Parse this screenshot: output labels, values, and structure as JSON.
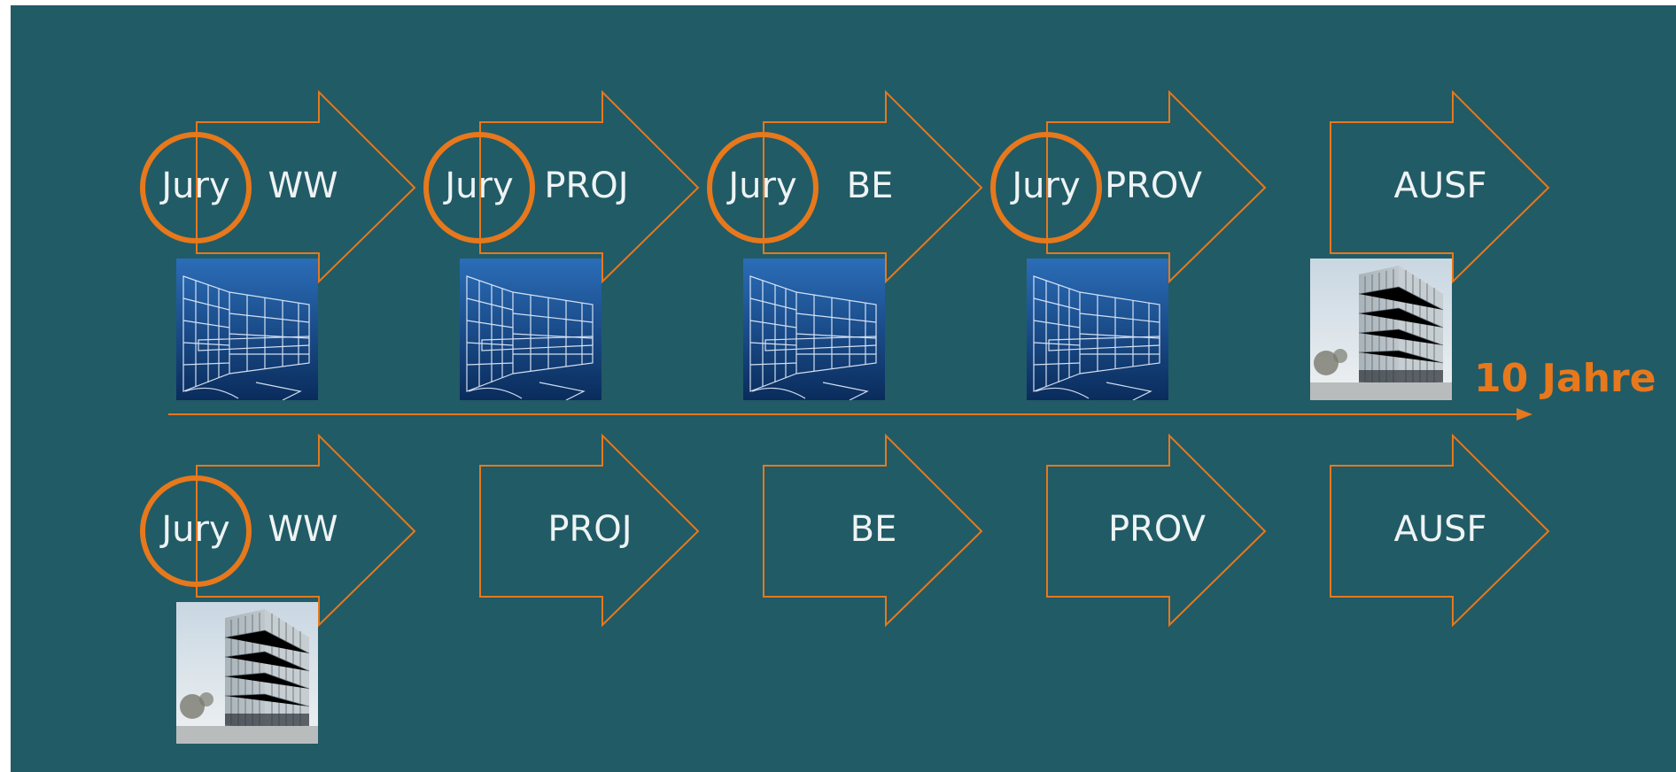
{
  "rows": [
    {
      "phases": [
        {
          "label": "WW",
          "jury": true,
          "image": "wireframe"
        },
        {
          "label": "PROJ",
          "jury": true,
          "image": "wireframe"
        },
        {
          "label": "BE",
          "jury": true,
          "image": "wireframe"
        },
        {
          "label": "PROV",
          "jury": true,
          "image": "wireframe"
        },
        {
          "label": "AUSF",
          "jury": false,
          "image": "photo"
        }
      ]
    },
    {
      "phases": [
        {
          "label": "WW",
          "jury": true,
          "image": "photo"
        },
        {
          "label": "PROJ",
          "jury": false,
          "image": null
        },
        {
          "label": "BE",
          "jury": false,
          "image": null
        },
        {
          "label": "PROV",
          "jury": false,
          "image": null
        },
        {
          "label": "AUSF",
          "jury": false,
          "image": null
        }
      ]
    }
  ],
  "jury_label": "Jury",
  "timeline_label": "10 Jahre",
  "colors": {
    "background": "#215b66",
    "accent": "#e7781c",
    "text": "#eef3f4"
  },
  "icons": {
    "wireframe": "building-wireframe-icon",
    "photo": "building-photo-icon"
  }
}
